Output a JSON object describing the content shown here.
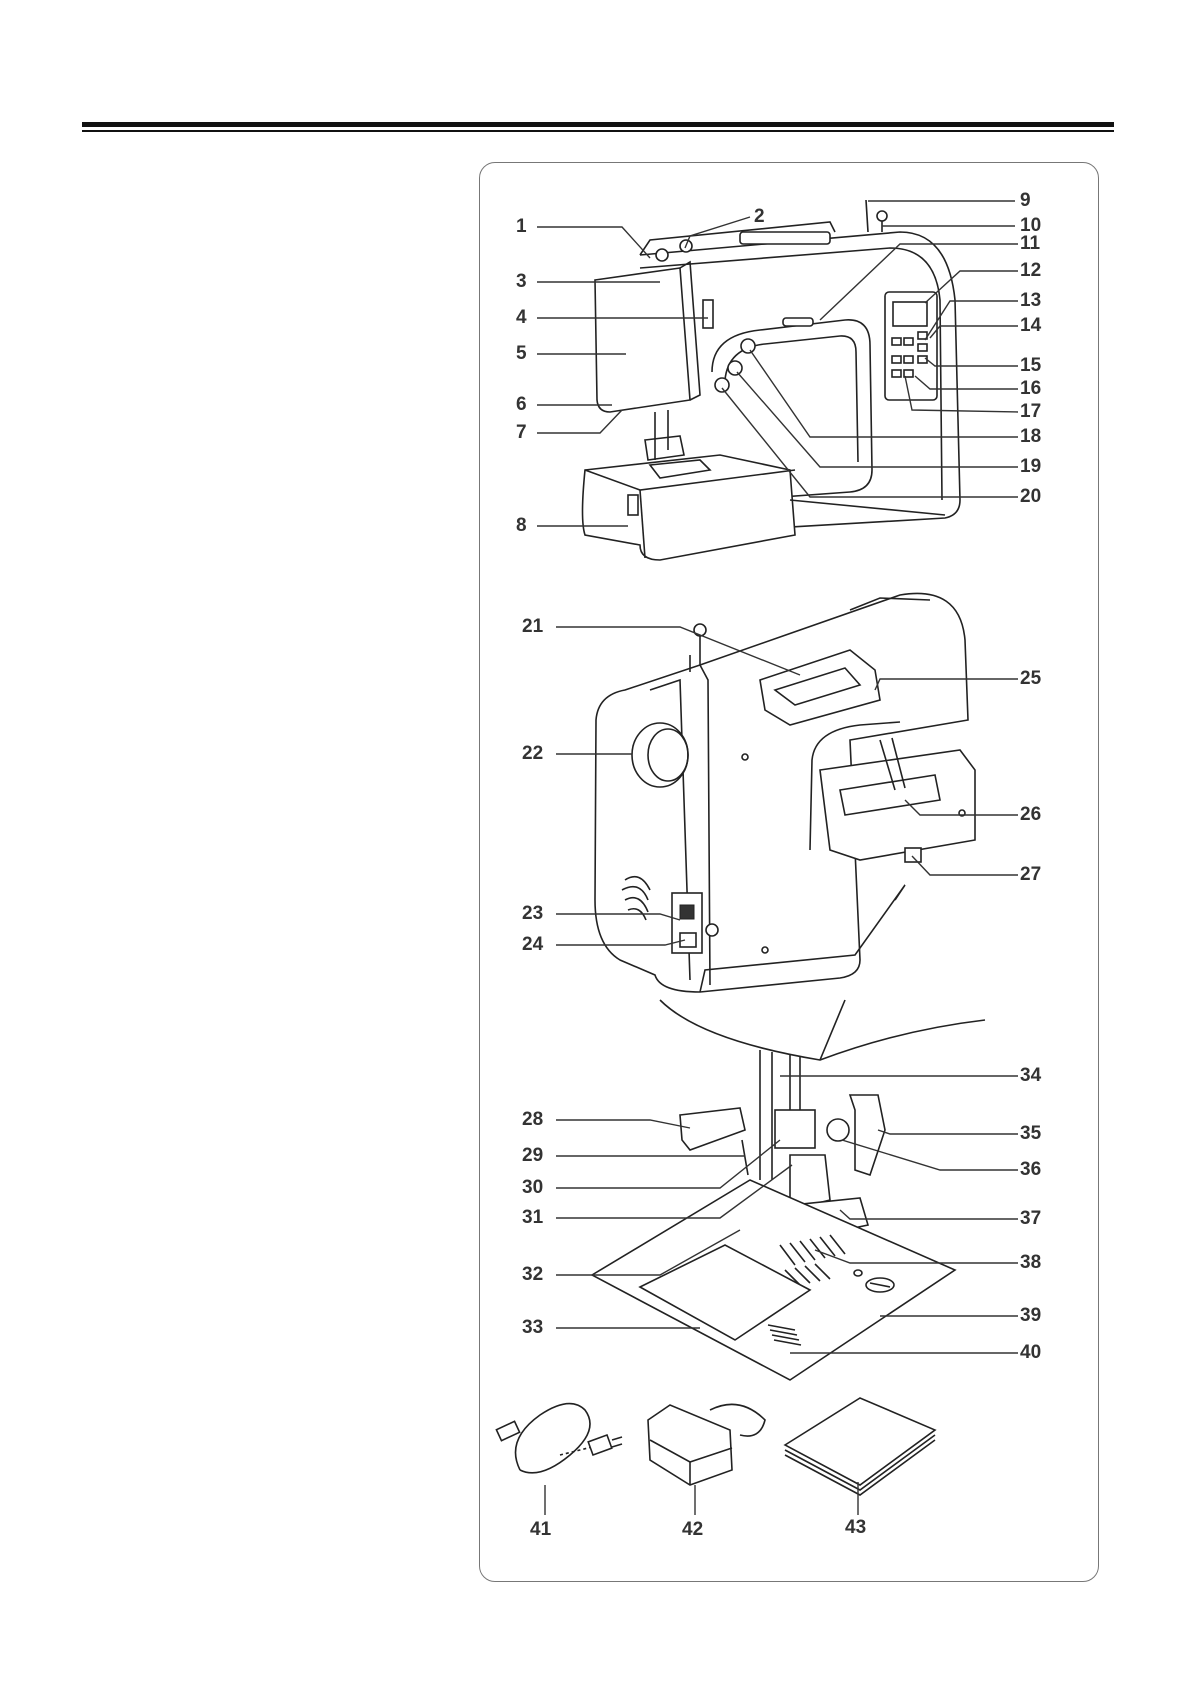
{
  "labels": {
    "n1": "1",
    "n2": "2",
    "n3": "3",
    "n4": "4",
    "n5": "5",
    "n6": "6",
    "n7": "7",
    "n8": "8",
    "n9": "9",
    "n10": "10",
    "n11": "11",
    "n12": "12",
    "n13": "13",
    "n14": "14",
    "n15": "15",
    "n16": "16",
    "n17": "17",
    "n18": "18",
    "n19": "19",
    "n20": "20",
    "n21": "21",
    "n22": "22",
    "n23": "23",
    "n24": "24",
    "n25": "25",
    "n26": "26",
    "n27": "27",
    "n28": "28",
    "n29": "29",
    "n30": "30",
    "n31": "31",
    "n32": "32",
    "n33": "33",
    "n34": "34",
    "n35": "35",
    "n36": "36",
    "n37": "37",
    "n38": "38",
    "n39": "39",
    "n40": "40",
    "n41": "41",
    "n42": "42",
    "n43": "43"
  }
}
